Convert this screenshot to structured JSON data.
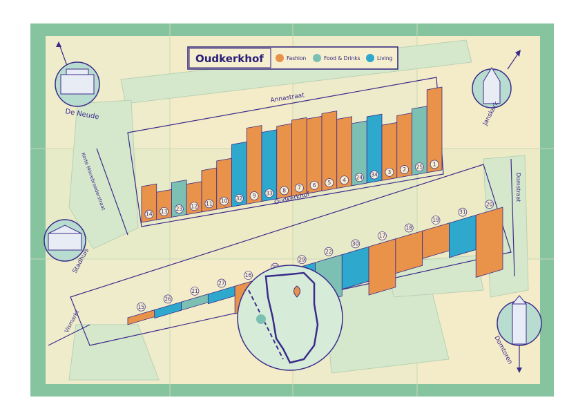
{
  "legend": {
    "title": "Oudkerkhof",
    "items": [
      {
        "label": "Fashion",
        "color": "#e8924a"
      },
      {
        "label": "Food & Drinks",
        "color": "#7cc0b4"
      },
      {
        "label": "Living",
        "color": "#2ea8cc"
      }
    ]
  },
  "streets": {
    "annastraat": "Annastraat",
    "oudkerkhof": "Oudkerkhof",
    "korte_nieuwstraat": "Korte Minrebroederstraat",
    "domstraat": "Domstraat",
    "vismarkt": "Vismarkt"
  },
  "landmarks": {
    "de_neude": "De Neude",
    "janskerk": "Janskerk",
    "stadhuis": "Stadhuis",
    "domtoren": "Domtoren"
  },
  "shops_north": [
    {
      "num": "14",
      "cat": "Fashion"
    },
    {
      "num": "13",
      "cat": "Fashion"
    },
    {
      "num": "23",
      "cat": "Food & Drinks"
    },
    {
      "num": "12",
      "cat": "Fashion"
    },
    {
      "num": "11",
      "cat": "Fashion"
    },
    {
      "num": "10",
      "cat": "Fashion"
    },
    {
      "num": "32",
      "cat": "Living"
    },
    {
      "num": "9",
      "cat": "Fashion"
    },
    {
      "num": "33",
      "cat": "Living"
    },
    {
      "num": "8",
      "cat": "Fashion"
    },
    {
      "num": "7",
      "cat": "Fashion"
    },
    {
      "num": "6",
      "cat": "Fashion"
    },
    {
      "num": "5",
      "cat": "Fashion"
    },
    {
      "num": "4",
      "cat": "Fashion"
    },
    {
      "num": "24",
      "cat": "Food & Drinks"
    },
    {
      "num": "34",
      "cat": "Living"
    },
    {
      "num": "3",
      "cat": "Fashion"
    },
    {
      "num": "2",
      "cat": "Fashion"
    },
    {
      "num": "25",
      "cat": "Food & Drinks"
    },
    {
      "num": "1",
      "cat": "Fashion"
    }
  ],
  "shops_south": [
    {
      "num": "15",
      "cat": "Fashion"
    },
    {
      "num": "26",
      "cat": "Living"
    },
    {
      "num": "21",
      "cat": "Food & Drinks"
    },
    {
      "num": "27",
      "cat": "Living"
    },
    {
      "num": "16",
      "cat": "Fashion"
    },
    {
      "num": "28",
      "cat": "Living"
    },
    {
      "num": "29",
      "cat": "Living"
    },
    {
      "num": "22",
      "cat": "Food & Drinks"
    },
    {
      "num": "30",
      "cat": "Living"
    },
    {
      "num": "17",
      "cat": "Fashion"
    },
    {
      "num": "18",
      "cat": "Fashion"
    },
    {
      "num": "19",
      "cat": "Fashion"
    },
    {
      "num": "31",
      "cat": "Living"
    },
    {
      "num": "20",
      "cat": "Fashion"
    }
  ]
}
